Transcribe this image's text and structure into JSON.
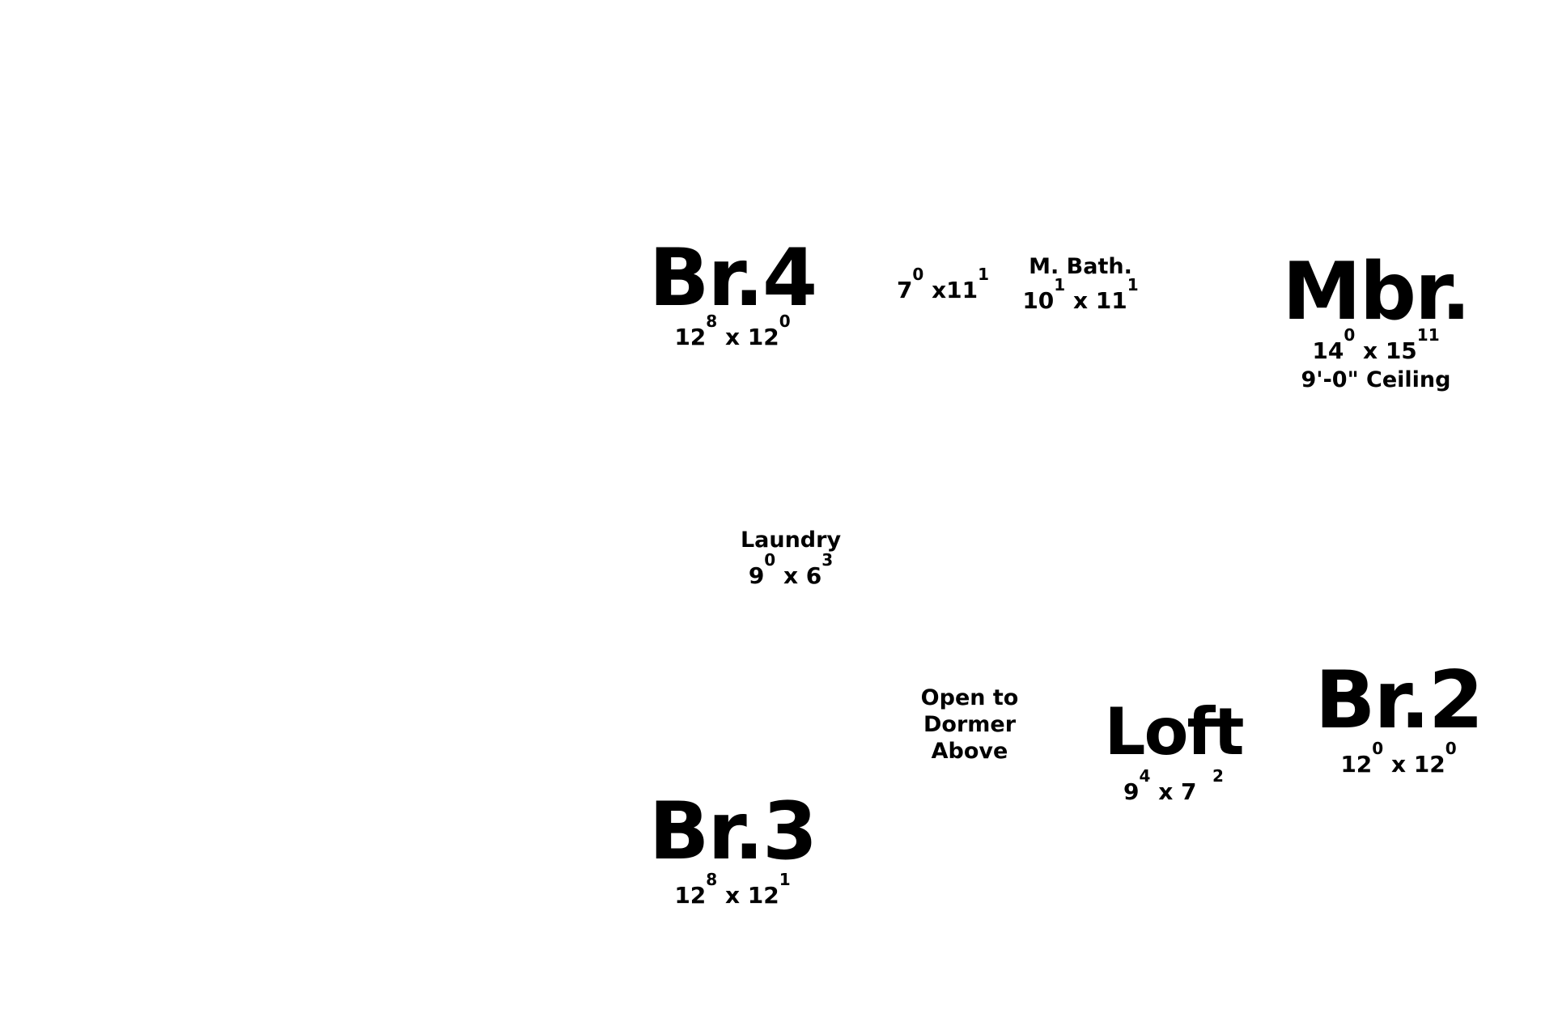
{
  "rooms": {
    "br4": {
      "name": "Br.4",
      "w_ft": "12",
      "w_in": "8",
      "h_ft": "12",
      "h_in": "0"
    },
    "wic": {
      "w_ft": "7",
      "w_in": "0",
      "h_ft": "11",
      "h_in": "1"
    },
    "mbath": {
      "name": "M. Bath.",
      "w_ft": "10",
      "w_in": "1",
      "h_ft": "11",
      "h_in": "1"
    },
    "mbr": {
      "name": "Mbr.",
      "w_ft": "14",
      "w_in": "0",
      "h_ft": "15",
      "h_in": "11",
      "note": "9'-0\" Ceiling"
    },
    "laundry": {
      "name": "Laundry",
      "w_ft": "9",
      "w_in": "0",
      "h_ft": "6",
      "h_in": "3"
    },
    "open": {
      "line1": "Open to",
      "line2": "Dormer",
      "line3": "Above"
    },
    "loft": {
      "name": "Loft",
      "w_ft": "9",
      "w_in": "4",
      "h_ft": "7",
      "h_in": "2"
    },
    "br2": {
      "name": "Br.2",
      "w_ft": "12",
      "w_in": "0",
      "h_ft": "12",
      "h_in": "0"
    },
    "br3": {
      "name": "Br.3",
      "w_ft": "12",
      "w_in": "8",
      "h_ft": "12",
      "h_in": "1"
    }
  },
  "separator": "x"
}
